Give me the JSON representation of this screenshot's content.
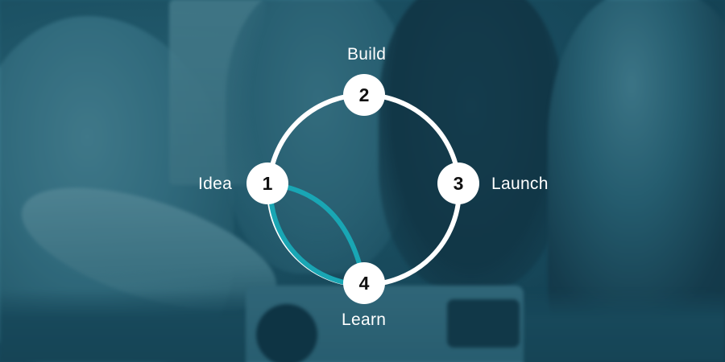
{
  "diagram": {
    "nodes": [
      {
        "number": "1",
        "label": "Idea"
      },
      {
        "number": "2",
        "label": "Build"
      },
      {
        "number": "3",
        "label": "Launch"
      },
      {
        "number": "4",
        "label": "Learn"
      }
    ]
  },
  "colors": {
    "ring": "#ffffff",
    "shortcut": "#19a6b4",
    "node_fill": "#ffffff",
    "node_text": "#111111",
    "overlay": "#184e63"
  }
}
